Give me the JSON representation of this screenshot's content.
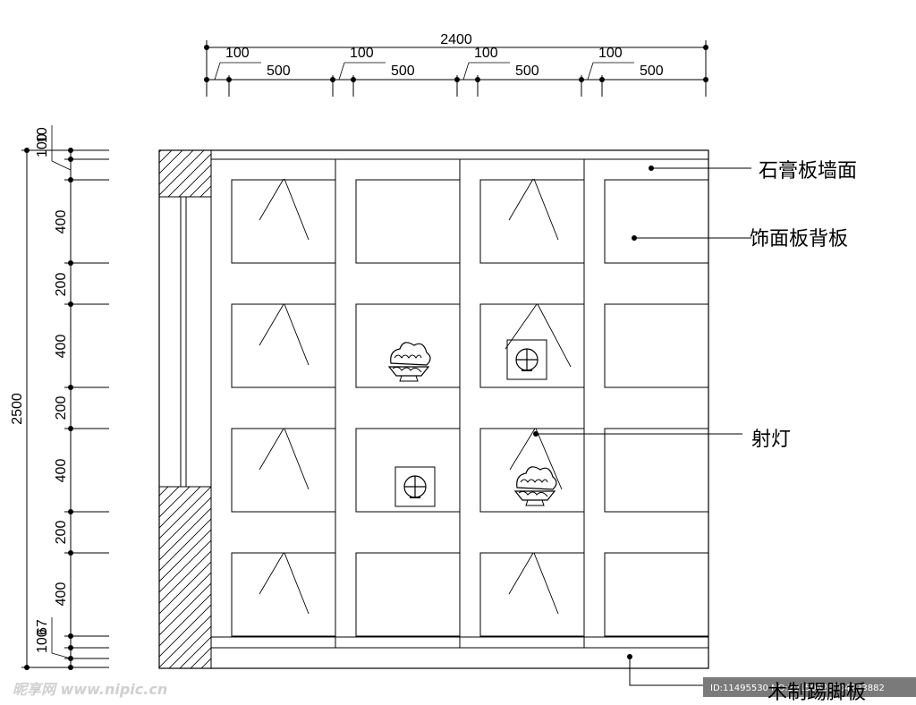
{
  "dimensions": {
    "top_total": "2400",
    "top_small": [
      "100",
      "100",
      "100",
      "100"
    ],
    "top_large": [
      "500",
      "500",
      "500",
      "500"
    ],
    "left_total": "2500",
    "left_top_small": [
      "100",
      "10"
    ],
    "left_segments": [
      "400",
      "200",
      "400",
      "200",
      "400",
      "200",
      "400"
    ],
    "left_bottom_small": [
      "100",
      "67"
    ]
  },
  "labels": {
    "gypsum_wall": "石膏板墙面",
    "veneer_back": "饰面板背板",
    "spotlight": "射灯",
    "skirting": "木制踢脚板"
  },
  "watermark": {
    "site": "昵享网 www.nipic.cn",
    "id": "ID:11495530 NO:20150628104223882"
  }
}
